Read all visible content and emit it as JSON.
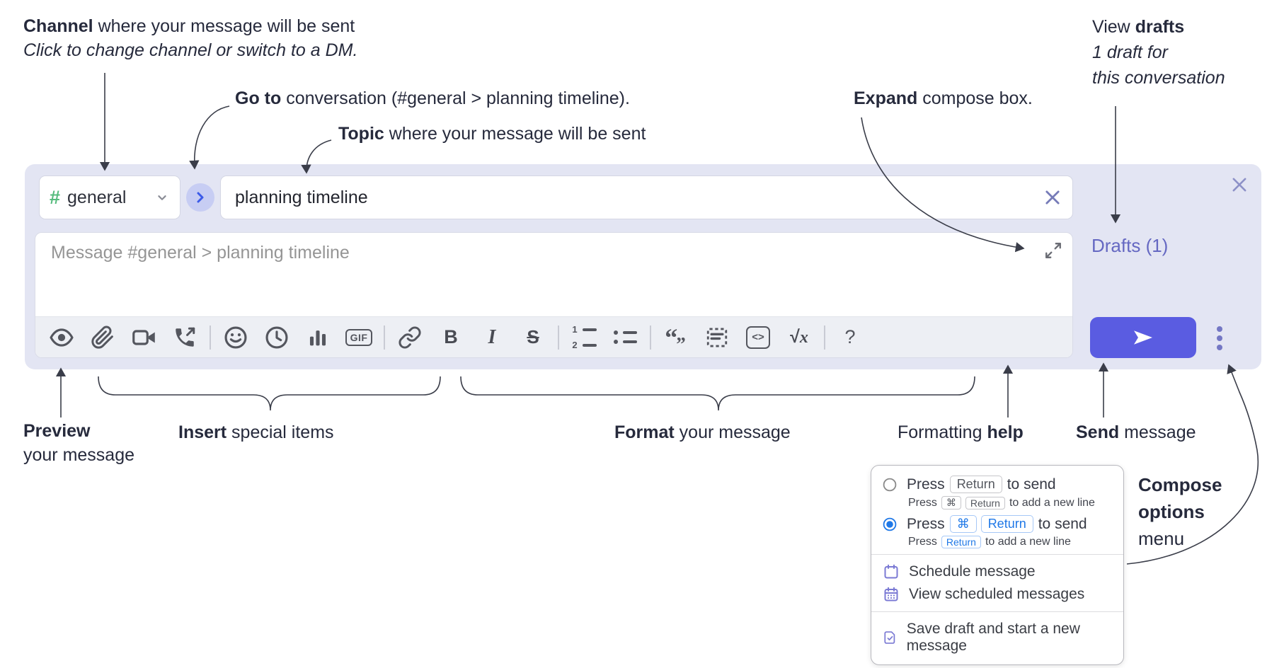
{
  "annotations": {
    "channel": {
      "bold": "Channel",
      "rest": " where your message will be sent",
      "sub": "Click to change channel or switch to a DM."
    },
    "goto": {
      "bold": "Go to",
      "rest": " conversation (#general > planning timeline)."
    },
    "topic": {
      "bold": "Topic",
      "rest": " where your message will be sent"
    },
    "expand": {
      "bold": "Expand",
      "rest": " compose box."
    },
    "view_drafts": {
      "pre": "View ",
      "bold": "drafts",
      "line2": "1 draft for",
      "line3": "this conversation"
    },
    "preview": {
      "bold": "Preview",
      "line2": "your message"
    },
    "insert": {
      "bold": "Insert",
      "rest": " special items"
    },
    "format": {
      "bold": "Format",
      "rest": " your message"
    },
    "formatting_help": {
      "pre": "Formatting ",
      "bold": "help"
    },
    "send": {
      "bold": "Send",
      "rest": " message"
    },
    "compose_options": {
      "line1": "Compose",
      "line2": "options",
      "line3": "menu"
    }
  },
  "compose": {
    "hash": "#",
    "channel_name": "general",
    "topic_value": "planning timeline",
    "message_placeholder": "Message #general > planning timeline",
    "drafts_label": "Drafts (1)",
    "toolbar": {
      "gif_label": "GIF",
      "bold_label": "B",
      "italic_label": "I",
      "strike_label": "S",
      "ol_1": "1",
      "ol_2": "2",
      "quote_open": "“",
      "quote_close": "”",
      "code_label": "<>",
      "math_radical": "√",
      "math_var": "x",
      "help_label": "?",
      "icons": [
        "eye-preview",
        "paperclip-attach",
        "video-call",
        "voice-call",
        "emoji",
        "global-time",
        "poll",
        "gif",
        "link",
        "bold",
        "italic",
        "strikethrough",
        "numbered-list",
        "bulleted-list",
        "quote",
        "spoiler",
        "code",
        "math",
        "help"
      ]
    }
  },
  "popup": {
    "option1": {
      "press": "Press",
      "key": "Return",
      "suffix": "to send",
      "sub": {
        "press": "Press",
        "key1": "⌘",
        "key2": "Return",
        "suffix": "to add a new line"
      }
    },
    "option2": {
      "press": "Press",
      "key1": "⌘",
      "key2": "Return",
      "suffix": "to send",
      "sub": {
        "press": "Press",
        "key1": "Return",
        "suffix": "to add a new line"
      }
    },
    "schedule": "Schedule message",
    "view_scheduled": "View scheduled messages",
    "save_draft": "Save draft and start a new message"
  },
  "colors": {
    "compose_bg": "#e3e5f3",
    "send_button": "#5a5ce1",
    "drafts_link": "#6568c2",
    "channel_hash_green": "#55bb7d",
    "jump_chevron_blue": "#3c5be8",
    "selected_radio_blue": "#1f78e7",
    "popup_icon_purple": "#7b7ad4",
    "toolbar_icon_gray": "#54565e"
  }
}
